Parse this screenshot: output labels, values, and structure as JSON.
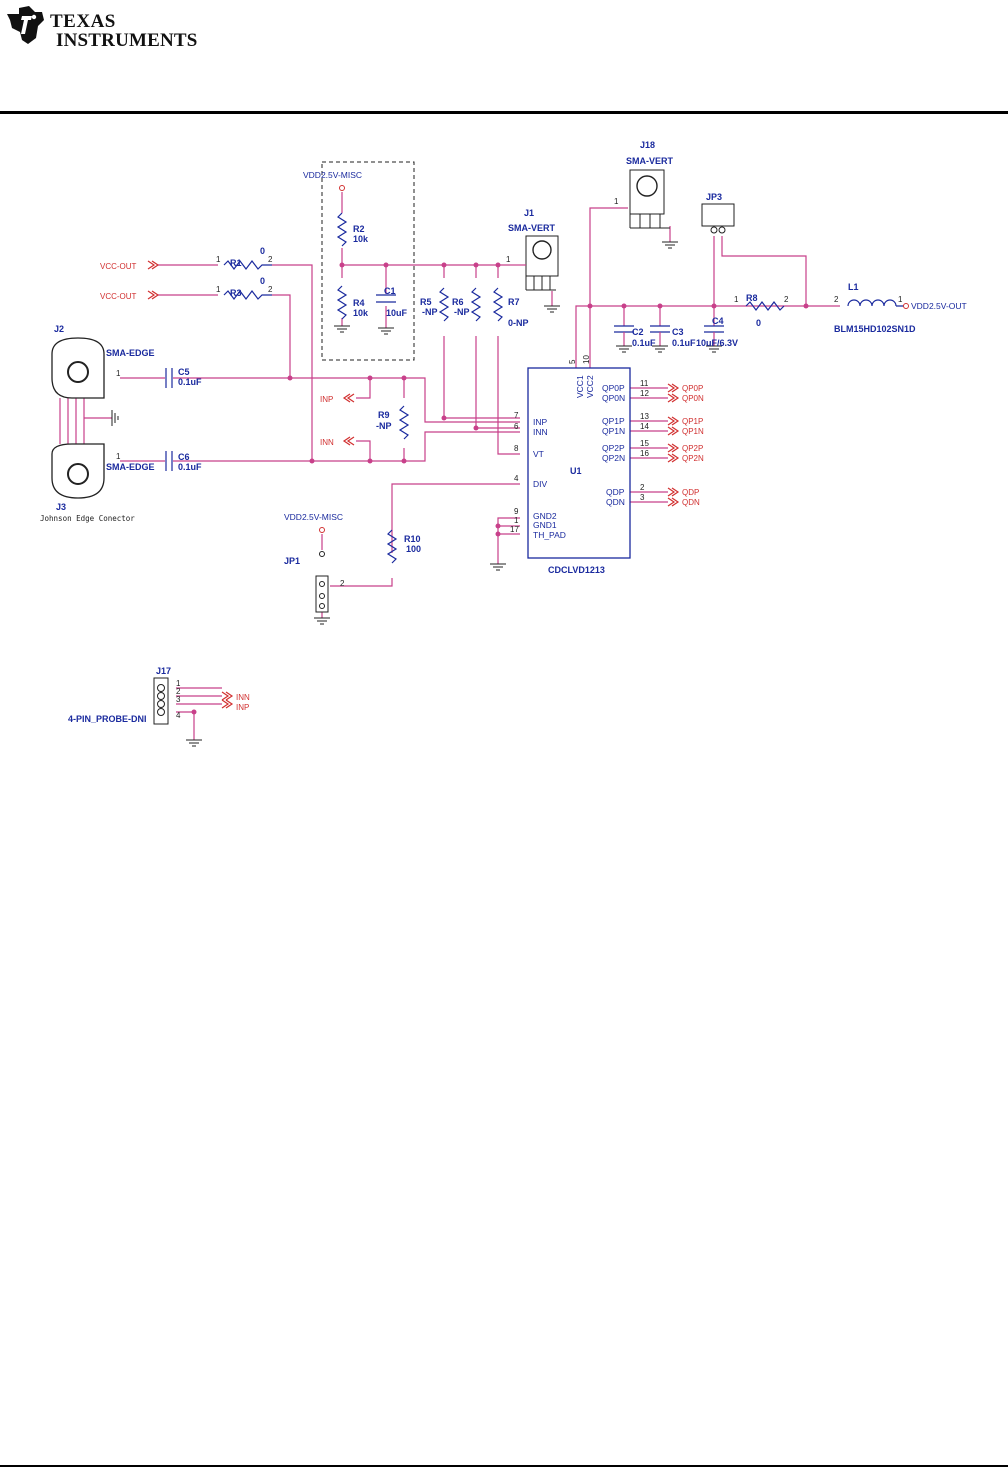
{
  "header": {
    "brand_line1": "TEXAS",
    "brand_line2": "INSTRUMENTS",
    "logo_icon": "ti-logo-icon"
  },
  "colors": {
    "wire": "#c8408a",
    "component": "#1a2a9e",
    "net_label": "#d13030",
    "rule": "#000000"
  },
  "schematic": {
    "labels": {
      "vdd_misc_top": "VDD2.5V-MISC",
      "vdd_misc_jp": "VDD2.5V-MISC",
      "vdd_out": "VDD2.5V-OUT",
      "r1": "R1",
      "r1_val": "0",
      "r3": "R3",
      "r3_val": "0",
      "r2": "R2",
      "r2_val": "10k",
      "r4": "R4",
      "r4_val": "10k",
      "c1": "C1",
      "c1_val": "10uF",
      "r5": "R5",
      "r5_val": "-NP",
      "r6": "R6",
      "r6_val": "-NP",
      "r7": "R7",
      "r7_val": "0-NP",
      "r8": "R8",
      "r8_val": "0",
      "r9": "R9",
      "r9_val": "-NP",
      "r10": "R10",
      "r10_val": "100",
      "c2": "C2",
      "c2_val": "0.1uF",
      "c3": "C3",
      "c3_val": "0.1uF",
      "c4": "C4",
      "c4_val": "10uF/6.3V",
      "c5": "C5",
      "c5_val": "0.1uF",
      "c6": "C6",
      "c6_val": "0.1uF",
      "l1": "L1",
      "l1_val": "BLM15HD102SN1D",
      "j1": "J1",
      "j1_type": "SMA-VERT",
      "j18": "J18",
      "j18_type": "SMA-VERT",
      "j2": "J2",
      "j2_type": "SMA-EDGE",
      "j3": "J3",
      "j3_type": "SMA-EDGE",
      "jp1": "JP1",
      "jp3": "JP3",
      "j17": "J17",
      "j17_type": "4-PIN_PROBE-DNI",
      "u1": "U1",
      "u1_part": "CDCLVD1213",
      "johnson": "Johnson Edge Conector"
    },
    "net_labels": {
      "vcc_out_1": "VCC-OUT",
      "vcc_out_2": "VCC-OUT",
      "inp": "INP",
      "inn": "INN",
      "inn_j17": "INN",
      "inp_j17": "INP",
      "qp0p": "QP0P",
      "qp0n": "QP0N",
      "qp1p": "QP1P",
      "qp1n": "QP1N",
      "qp2p": "QP2P",
      "qp2n": "QP2N",
      "qdp": "QDP",
      "qdn": "QDN"
    },
    "u1_pins": {
      "inp": "INP",
      "inn": "INN",
      "vt": "VT",
      "div": "DIV",
      "gnd2": "GND2",
      "gnd1": "GND1",
      "th_pad": "TH_PAD",
      "vcc1": "VCC1",
      "vcc2": "VCC2",
      "qp0p": "QP0P",
      "qp0n": "QP0N",
      "qp1p": "QP1P",
      "qp1n": "QP1N",
      "qp2p": "QP2P",
      "qp2n": "QP2N",
      "qdp": "QDP",
      "qdn": "QDN"
    },
    "pin_numbers": {
      "p1": "1",
      "p2": "2",
      "p3": "3",
      "p4": "4",
      "p5": "5",
      "p6": "6",
      "p7": "7",
      "p8": "8",
      "p9": "9",
      "p10": "10",
      "p11": "11",
      "p12": "12",
      "p13": "13",
      "p14": "14",
      "p15": "15",
      "p16": "16",
      "p17": "17"
    }
  }
}
